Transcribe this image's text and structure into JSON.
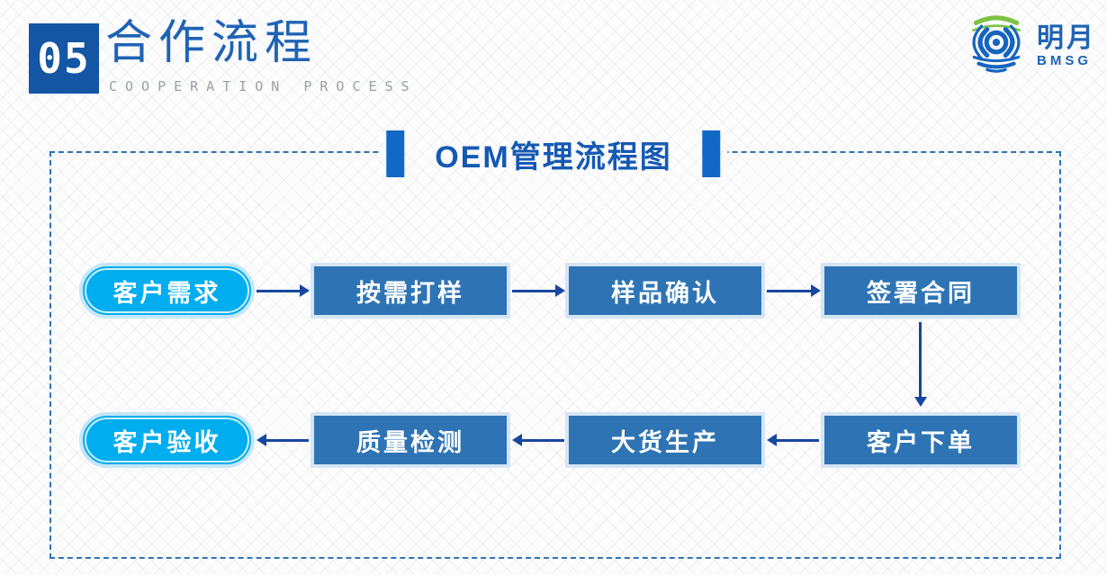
{
  "header": {
    "section_number": "05",
    "title": "合作流程",
    "subtitle": "COOPERATION PROCESS"
  },
  "logo": {
    "brand_cn": "明月",
    "brand_en": "BMSG"
  },
  "diagram": {
    "title": "OEM管理流程图",
    "row1": [
      {
        "label": "客户需求",
        "shape": "pill"
      },
      {
        "label": "按需打样",
        "shape": "rect"
      },
      {
        "label": "样品确认",
        "shape": "rect"
      },
      {
        "label": "签署合同",
        "shape": "rect"
      }
    ],
    "row2": [
      {
        "label": "客户验收",
        "shape": "pill"
      },
      {
        "label": "质量检测",
        "shape": "rect"
      },
      {
        "label": "大货生产",
        "shape": "rect"
      },
      {
        "label": "客户下单",
        "shape": "rect"
      }
    ],
    "flow_row1_direction": "left-to-right",
    "flow_row2_direction": "right-to-left"
  },
  "colors": {
    "accent_blue": "#1268C6",
    "box_fill": "#2E74B5",
    "box_border": "#D5E5F4",
    "pill_fill": "#00ADEF",
    "pill_border": "#C6E6F8",
    "arrow": "#17479E",
    "dashed_border": "#2E74B5",
    "title_text": "#1559B4",
    "header_number_bg": "#1456A4",
    "header_title": "#1F63B5",
    "subtitle_gray": "#9AA0A6",
    "logo_green": "#7DC242",
    "logo_blue": "#1565C0"
  }
}
